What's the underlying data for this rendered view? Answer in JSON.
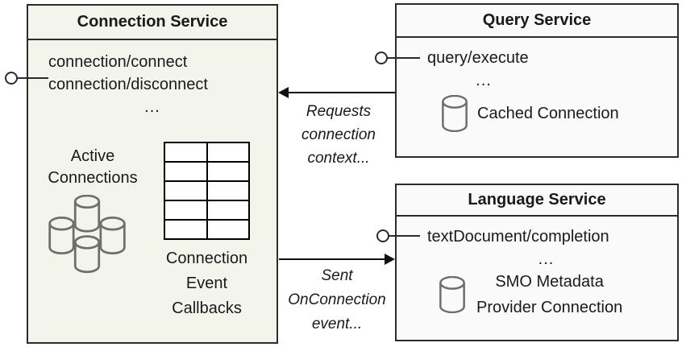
{
  "colors": {
    "connection_fill": "#f3f5ec",
    "service_fill": "#fafafa",
    "border": "#2b2b2b",
    "cylinder_stroke": "#6e6e6e"
  },
  "connection_service": {
    "title": "Connection Service",
    "methods": [
      "connection/connect",
      "connection/disconnect"
    ],
    "ellipsis": "...",
    "active_connections_label": [
      "Active",
      "Connections"
    ],
    "cluster_icon": "database-cluster-icon",
    "callbacks_table": {
      "rows": 5,
      "cols": 2
    },
    "callbacks_label": [
      "Connection",
      "Event",
      "Callbacks"
    ]
  },
  "query_service": {
    "title": "Query Service",
    "methods": [
      "query/execute"
    ],
    "ellipsis": "...",
    "cached_connection": {
      "icon": "database-icon",
      "label": "Cached Connection"
    }
  },
  "language_service": {
    "title": "Language Service",
    "methods": [
      "textDocument/completion"
    ],
    "ellipsis": "...",
    "metadata_connection": {
      "icon": "database-icon",
      "label": [
        "SMO Metadata",
        "Provider Connection"
      ]
    }
  },
  "arrows": {
    "requests": {
      "label": [
        "Requests",
        "connection",
        "context..."
      ]
    },
    "sent": {
      "label": [
        "Sent",
        "OnConnection",
        "event..."
      ]
    }
  }
}
